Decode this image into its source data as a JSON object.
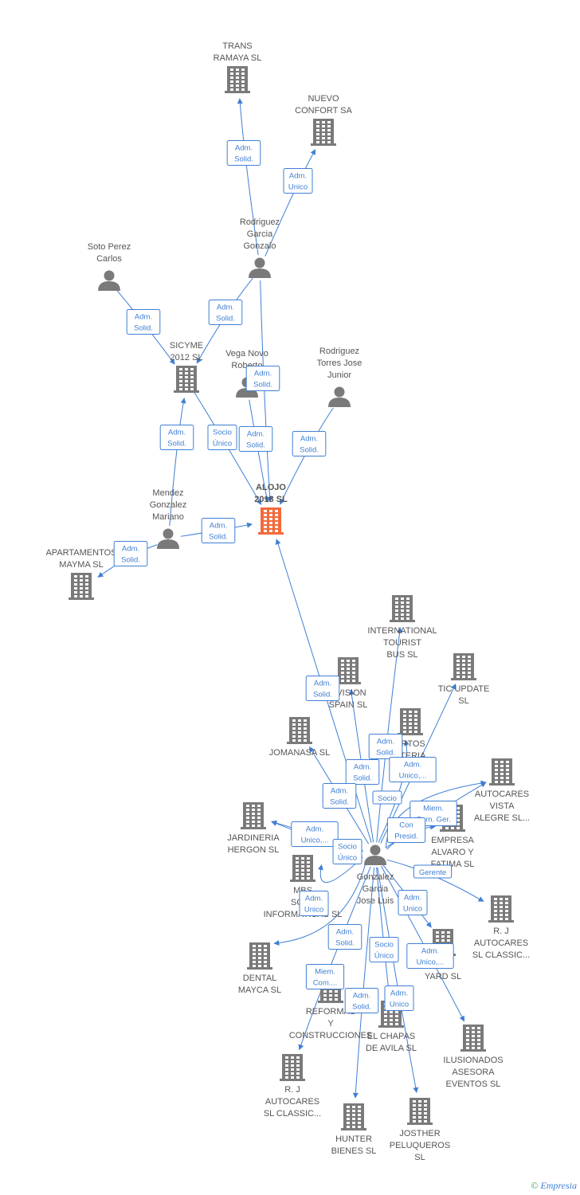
{
  "colors": {
    "edge": "#3f7fd4",
    "building": "#7a7a7a",
    "focus": "#f26a3a",
    "person": "#7a7a7a",
    "label": "#555555"
  },
  "watermark": {
    "copyright": "©",
    "brand": "Empresia"
  },
  "nodes": [
    {
      "id": "trans",
      "type": "company",
      "label": [
        "TRANS",
        "RAMAYA  SL"
      ]
    },
    {
      "id": "nuevo",
      "type": "company",
      "label": [
        "NUEVO",
        "CONFORT SA"
      ]
    },
    {
      "id": "rodgon",
      "type": "person",
      "label": [
        "Rodriguez",
        "Garcia",
        "Gonzalo"
      ]
    },
    {
      "id": "soto",
      "type": "person",
      "label": [
        "Soto Perez",
        "Carlos"
      ]
    },
    {
      "id": "sicyme",
      "type": "company",
      "label": [
        "SICYME",
        "2012  SL"
      ]
    },
    {
      "id": "vega",
      "type": "person",
      "label": [
        "Vega Novo",
        "Roberto"
      ]
    },
    {
      "id": "rodjose",
      "type": "person",
      "label": [
        "Rodriguez",
        "Torres Jose",
        "Junior"
      ]
    },
    {
      "id": "alojo",
      "type": "focus",
      "label": [
        "ALOJO",
        "2018  SL"
      ]
    },
    {
      "id": "mendez",
      "type": "person",
      "label": [
        "Mendez",
        "Gonzalez",
        "Mariano"
      ]
    },
    {
      "id": "apart",
      "type": "company",
      "label": [
        "APARTAMENTOS",
        "MAYMA  SL"
      ]
    },
    {
      "id": "intl",
      "type": "company",
      "label": [
        "INTERNATIONAL",
        "TOURIST",
        "BUS SL"
      ]
    },
    {
      "id": "tic",
      "type": "company",
      "label": [
        "TIC UPDATE",
        "SL"
      ]
    },
    {
      "id": "nvision",
      "type": "company",
      "label": [
        "NVISION",
        "SPAIN  SL"
      ]
    },
    {
      "id": "expertos",
      "type": "company",
      "label": [
        "ERTOS",
        "ATERIA",
        "SL"
      ]
    },
    {
      "id": "jomanasa",
      "type": "company",
      "label": [
        "JOMANASA SL"
      ]
    },
    {
      "id": "vista",
      "type": "company",
      "label": [
        "AUTOCARES",
        "VISTA",
        "ALEGRE SL..."
      ]
    },
    {
      "id": "jardineria",
      "type": "company",
      "label": [
        "JARDINERIA",
        "HERGON  SL"
      ]
    },
    {
      "id": "empresa",
      "type": "company",
      "label": [
        "EMPRESA",
        "ALVARO Y",
        "FATIMA SL"
      ]
    },
    {
      "id": "gonzalez",
      "type": "person",
      "label": [
        "Gonzalez",
        "Garcia",
        "Jose Luis"
      ]
    },
    {
      "id": "mbs",
      "type": "company",
      "label": [
        "MBS",
        "SOLU",
        "INFORMATICAS SL"
      ]
    },
    {
      "id": "rjauto1",
      "type": "company",
      "label": [
        "R. J",
        "AUTOCARES",
        "SL CLASSIC..."
      ]
    },
    {
      "id": "dental",
      "type": "company",
      "label": [
        "DENTAL",
        "MAYCA SL"
      ]
    },
    {
      "id": "yard",
      "type": "company",
      "label": [
        "N",
        "YARD  SL"
      ]
    },
    {
      "id": "reformas",
      "type": "company",
      "label": [
        "REFORMAS",
        "Y",
        "CONSTRUCCIONES"
      ]
    },
    {
      "id": "chapas",
      "type": "company",
      "label": [
        "EL CHAPAS",
        "DE AVILA  SL"
      ]
    },
    {
      "id": "ilus",
      "type": "company",
      "label": [
        "ILUSIONADOS",
        "ASESORA",
        "EVENTOS SL"
      ]
    },
    {
      "id": "rjauto2",
      "type": "company",
      "label": [
        "R. J",
        "AUTOCARES",
        "SL CLASSIC..."
      ]
    },
    {
      "id": "hunter",
      "type": "company",
      "label": [
        "HUNTER",
        "BIENES SL"
      ]
    },
    {
      "id": "josther",
      "type": "company",
      "label": [
        "JOSTHER",
        "PELUQUEROS",
        "SL"
      ]
    }
  ],
  "edges": [
    {
      "id": "e1",
      "lines": [
        "Adm.",
        "Solid."
      ]
    },
    {
      "id": "e2",
      "lines": [
        "Adm.",
        "Unico"
      ]
    },
    {
      "id": "e3",
      "lines": [
        "Adm.",
        "Solid."
      ]
    },
    {
      "id": "e4",
      "lines": [
        "Adm.",
        "Solid."
      ]
    },
    {
      "id": "e5",
      "lines": [
        "Adm.",
        "Solid."
      ]
    },
    {
      "id": "e6",
      "lines": [
        "Adm.",
        "Solid."
      ]
    },
    {
      "id": "e7",
      "lines": [
        "Socio",
        "Único"
      ]
    },
    {
      "id": "e8",
      "lines": [
        "Adm.",
        "Solid."
      ]
    },
    {
      "id": "e9",
      "lines": [
        "Adm.",
        "Solid."
      ]
    },
    {
      "id": "e10",
      "lines": [
        "Adm.",
        "Solid."
      ]
    },
    {
      "id": "e11",
      "lines": [
        "Adm.",
        "Solid."
      ]
    },
    {
      "id": "e12",
      "lines": [
        "Adm.",
        "Solid."
      ]
    },
    {
      "id": "e13",
      "lines": [
        "Adm.",
        "Solid."
      ]
    },
    {
      "id": "e14",
      "lines": [
        "Adm.",
        "Solid."
      ]
    },
    {
      "id": "e15",
      "lines": [
        "Adm.",
        "Unico,..."
      ]
    },
    {
      "id": "e16",
      "lines": [
        "Adm.",
        "Solid."
      ]
    },
    {
      "id": "e17",
      "lines": [
        "Adm.",
        "Solid."
      ]
    },
    {
      "id": "e18",
      "lines": [
        "Socio"
      ]
    },
    {
      "id": "e19",
      "lines": [
        "Miem.",
        "Com. Ger."
      ]
    },
    {
      "id": "e20",
      "lines": [
        "Con",
        "Presid."
      ]
    },
    {
      "id": "e21",
      "lines": [
        "Adm.",
        "Unico,..."
      ]
    },
    {
      "id": "e22",
      "lines": [
        "Socio",
        "Único"
      ]
    },
    {
      "id": "e23",
      "lines": [
        "Gerente"
      ]
    },
    {
      "id": "e24",
      "lines": [
        "Adm.",
        "Unico"
      ]
    },
    {
      "id": "e25",
      "lines": [
        "Adm.",
        "Unico"
      ]
    },
    {
      "id": "e26",
      "lines": [
        "Adm.",
        "Solid."
      ]
    },
    {
      "id": "e27",
      "lines": [
        "Socio",
        "Único"
      ]
    },
    {
      "id": "e28",
      "lines": [
        "Adm.",
        "Unico,..."
      ]
    },
    {
      "id": "e29",
      "lines": [
        "Miem.",
        "Com...."
      ]
    },
    {
      "id": "e30",
      "lines": [
        "Adm.",
        "Solid."
      ]
    },
    {
      "id": "e31",
      "lines": [
        "Adm.",
        "Unico"
      ]
    }
  ]
}
